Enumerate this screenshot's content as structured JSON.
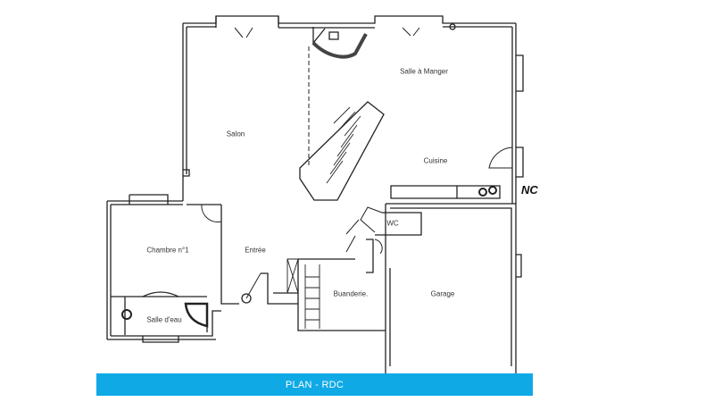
{
  "plan": {
    "title": "PLAN - RDC",
    "rooms": [
      {
        "id": "salon",
        "label": "Salon"
      },
      {
        "id": "salle-a-manger",
        "label": "Salle à Manger"
      },
      {
        "id": "cuisine",
        "label": "Cuisine"
      },
      {
        "id": "wc",
        "label": "WC"
      },
      {
        "id": "chambre-1",
        "label": "Chambre n°1"
      },
      {
        "id": "entree",
        "label": "Entrée"
      },
      {
        "id": "buanderie",
        "label": "Buanderie."
      },
      {
        "id": "garage",
        "label": "Garage"
      },
      {
        "id": "salle-d-eau",
        "label": "Salle d'eau"
      }
    ],
    "annotation": "NC",
    "colors": {
      "banner": "#0fa9e6",
      "banner_text": "#ffffff",
      "walls": "#222222"
    }
  }
}
